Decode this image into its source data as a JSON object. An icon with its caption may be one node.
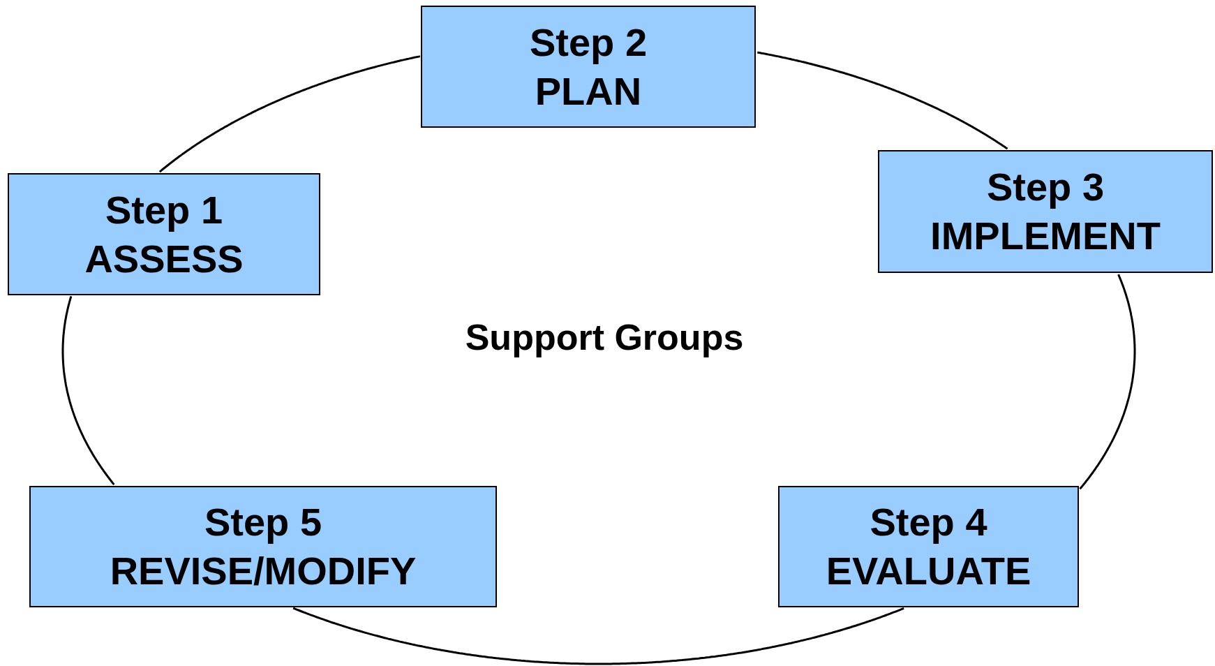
{
  "diagram": {
    "nodes": [
      {
        "text": [
          "Step 1",
          "ASSESS"
        ]
      },
      {
        "text": [
          "Step 2",
          "PLAN"
        ]
      },
      {
        "text": [
          "Step 3",
          "IMPLEMENT"
        ]
      },
      {
        "text": [
          "Step 4",
          "EVALUATE"
        ]
      },
      {
        "text": [
          "Step 5",
          "REVISE/MODIFY"
        ]
      }
    ],
    "edges": [
      {
        "from": 0,
        "to": 1,
        "arrow": "none"
      },
      {
        "from": 1,
        "to": 2,
        "arrow": "none"
      },
      {
        "from": 2,
        "to": 3,
        "arrow": "none"
      },
      {
        "from": 3,
        "to": 4,
        "arrow": "none"
      },
      {
        "from": 4,
        "to": 0,
        "arrow": "none"
      }
    ],
    "labels": [
      "Support Groups"
    ]
  }
}
